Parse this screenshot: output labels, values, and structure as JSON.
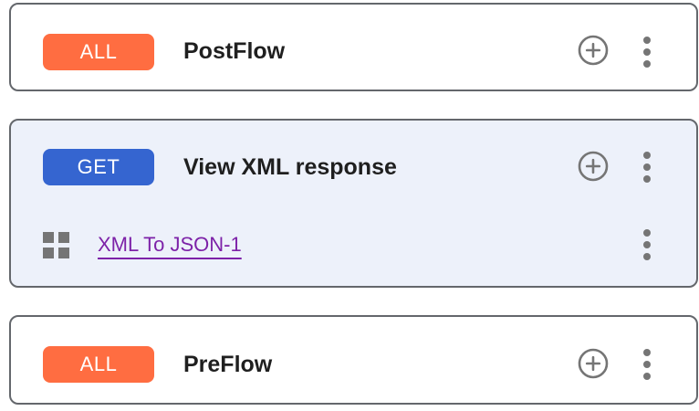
{
  "colors": {
    "badge_all": "#FF6D41",
    "badge_get": "#3565D0",
    "card_border": "#64676C",
    "highlight_card_bg": "#EDF1FA",
    "icon_gray": "#757575",
    "link_purple": "#7D22A8",
    "title_text": "#1F1F1F"
  },
  "cards": [
    {
      "badge": "ALL",
      "badge_color": "#FF6D41",
      "title": "PostFlow",
      "icons": {
        "add": "plus-circle-icon",
        "menu": "more-vert-icon"
      }
    },
    {
      "badge": "GET",
      "badge_color": "#3565D0",
      "title": "View XML response",
      "icons": {
        "add": "plus-circle-icon",
        "menu": "more-vert-icon"
      },
      "policy": {
        "name": "XML To JSON-1",
        "icons": {
          "handle": "grid-handle-icon",
          "menu": "more-vert-icon"
        }
      }
    },
    {
      "badge": "ALL",
      "badge_color": "#FF6D41",
      "title": "PreFlow",
      "icons": {
        "add": "plus-circle-icon",
        "menu": "more-vert-icon"
      }
    }
  ]
}
